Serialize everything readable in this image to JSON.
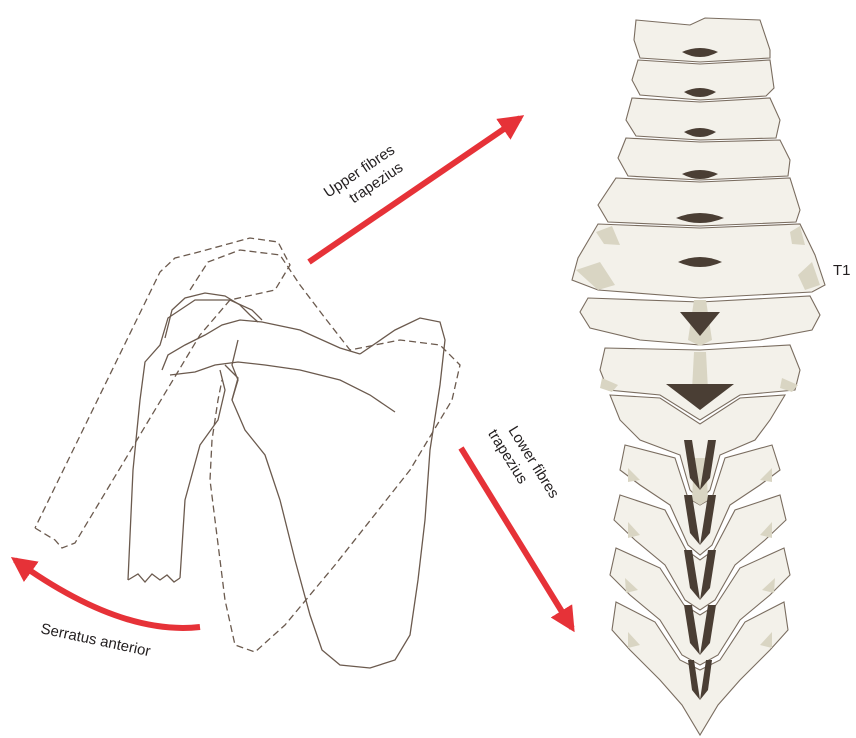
{
  "labels": {
    "upper_line1": "Upper fibres",
    "upper_line2": "trapezius",
    "lower_line1": "Lower fibres",
    "lower_line2": "trapezius",
    "serratus": "Serratus anterior",
    "vertebra_level": "T1"
  },
  "colors": {
    "arrow": "#e63238",
    "outline": "#6b5a4e",
    "bone": "#f3f1ea",
    "bone_shade": "#d9d5c3",
    "intervertebral_gap": "#4a3e34"
  }
}
